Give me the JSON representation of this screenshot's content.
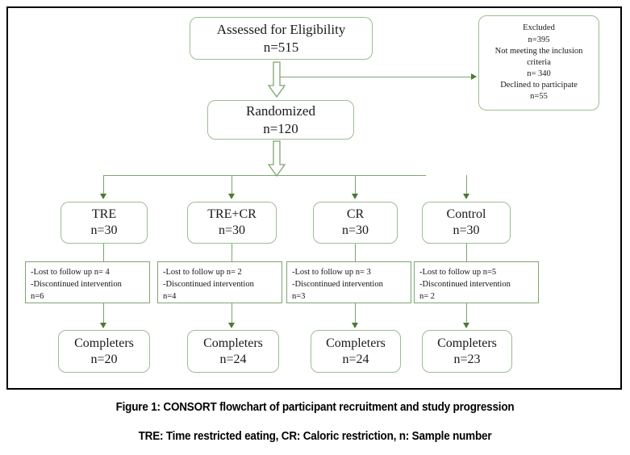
{
  "figure": {
    "caption_line_1": "Figure 1: CONSORT flowchart of participant recruitment and study progression",
    "caption_line_2": "TRE: Time restricted eating, CR: Caloric restriction, n: Sample number"
  },
  "colors": {
    "box_border": "#9dbd91",
    "note_border": "#7fa471",
    "connector": "#7fa471",
    "arrow_head": "#4c7a34",
    "frame": "#000000",
    "background": "#ffffff",
    "text": "#1a1a1a"
  },
  "chart_data": {
    "type": "diagram",
    "title": "CONSORT flowchart of participant recruitment and study progression",
    "nodes": [
      {
        "id": "assessed",
        "label": "Assessed for Eligibility",
        "n": "n=515"
      },
      {
        "id": "excluded",
        "label": "Excluded",
        "n": "n=395"
      },
      {
        "id": "randomized",
        "label": "Randomized",
        "n": "n=120"
      },
      {
        "id": "tre",
        "label": "TRE",
        "n": "n=30"
      },
      {
        "id": "trecr",
        "label": "TRE+CR",
        "n": "n=30"
      },
      {
        "id": "cr",
        "label": "CR",
        "n": "n=30"
      },
      {
        "id": "control",
        "label": "Control",
        "n": "n=30"
      },
      {
        "id": "completers_tre",
        "label": "Completers",
        "n": "n=20"
      },
      {
        "id": "completers_trecr",
        "label": "Completers",
        "n": "n=24"
      },
      {
        "id": "completers_cr",
        "label": "Completers",
        "n": "n=24"
      },
      {
        "id": "completers_control",
        "label": "Completers",
        "n": "n=23"
      }
    ],
    "edges": [
      {
        "from": "assessed",
        "to": "randomized"
      },
      {
        "from": "assessed",
        "to": "excluded"
      },
      {
        "from": "randomized",
        "to": "tre"
      },
      {
        "from": "randomized",
        "to": "trecr"
      },
      {
        "from": "randomized",
        "to": "cr"
      },
      {
        "from": "randomized",
        "to": "control"
      },
      {
        "from": "tre",
        "to": "completers_tre"
      },
      {
        "from": "trecr",
        "to": "completers_trecr"
      },
      {
        "from": "cr",
        "to": "completers_cr"
      },
      {
        "from": "control",
        "to": "completers_control"
      }
    ]
  },
  "enrollment": {
    "assessed": {
      "label": "Assessed for Eligibility",
      "n": "n=515"
    },
    "excluded": {
      "title": "Excluded",
      "n_total": "n=395",
      "reason_1": "Not meeting the inclusion",
      "reason_1_cont": "criteria",
      "reason_1_n": "n= 340",
      "reason_2": "Declined to participate",
      "reason_2_n": "n=55"
    },
    "randomized": {
      "label": "Randomized",
      "n": "n=120"
    }
  },
  "arms": [
    {
      "name": "TRE",
      "allocated_label": "TRE",
      "allocated_n": "n=30",
      "attrition": {
        "lost": "-Lost to follow up n= 4",
        "discontinued": "-Discontinued intervention",
        "discontinued_n": "n=6"
      },
      "completers_label": "Completers",
      "completers_n": "n=20"
    },
    {
      "name": "TRE+CR",
      "allocated_label": "TRE+CR",
      "allocated_n": "n=30",
      "attrition": {
        "lost": "-Lost to follow up n= 2",
        "discontinued": "-Discontinued intervention",
        "discontinued_n": "n=4"
      },
      "completers_label": "Completers",
      "completers_n": "n=24"
    },
    {
      "name": "CR",
      "allocated_label": "CR",
      "allocated_n": "n=30",
      "attrition": {
        "lost": "-Lost to follow up n= 3",
        "discontinued": "-Discontinued intervention",
        "discontinued_n": "n=3"
      },
      "completers_label": "Completers",
      "completers_n": "n=24"
    },
    {
      "name": "Control",
      "allocated_label": "Control",
      "allocated_n": "n=30",
      "attrition": {
        "lost": "-Lost to follow up n=5",
        "discontinued": "-Discontinued intervention",
        "discontinued_n": "n= 2"
      },
      "completers_label": "Completers",
      "completers_n": "n=23"
    }
  ]
}
